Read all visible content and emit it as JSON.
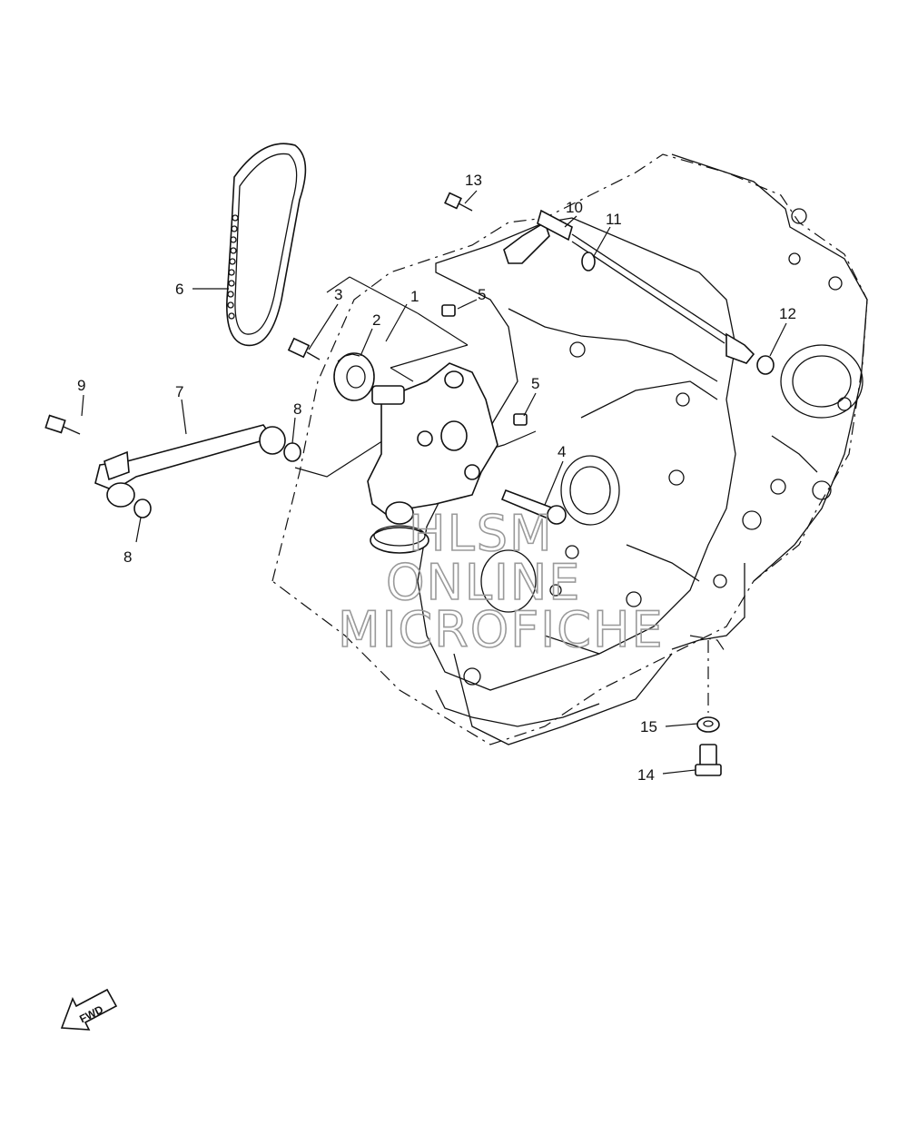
{
  "callouts": [
    {
      "id": "c1",
      "label": "1"
    },
    {
      "id": "c2",
      "label": "2"
    },
    {
      "id": "c3",
      "label": "3"
    },
    {
      "id": "c4",
      "label": "4"
    },
    {
      "id": "c5a",
      "label": "5"
    },
    {
      "id": "c5b",
      "label": "5"
    },
    {
      "id": "c6",
      "label": "6"
    },
    {
      "id": "c7",
      "label": "7"
    },
    {
      "id": "c8a",
      "label": "8"
    },
    {
      "id": "c8b",
      "label": "8"
    },
    {
      "id": "c9",
      "label": "9"
    },
    {
      "id": "c10",
      "label": "10"
    },
    {
      "id": "c11",
      "label": "11"
    },
    {
      "id": "c12",
      "label": "12"
    },
    {
      "id": "c13",
      "label": "13"
    },
    {
      "id": "c14",
      "label": "14"
    },
    {
      "id": "c15",
      "label": "15"
    }
  ],
  "watermark": {
    "line1": "HLSM",
    "line2": "ONLINE",
    "line3": "MICROFICHE"
  },
  "fwd_label": "FWD"
}
